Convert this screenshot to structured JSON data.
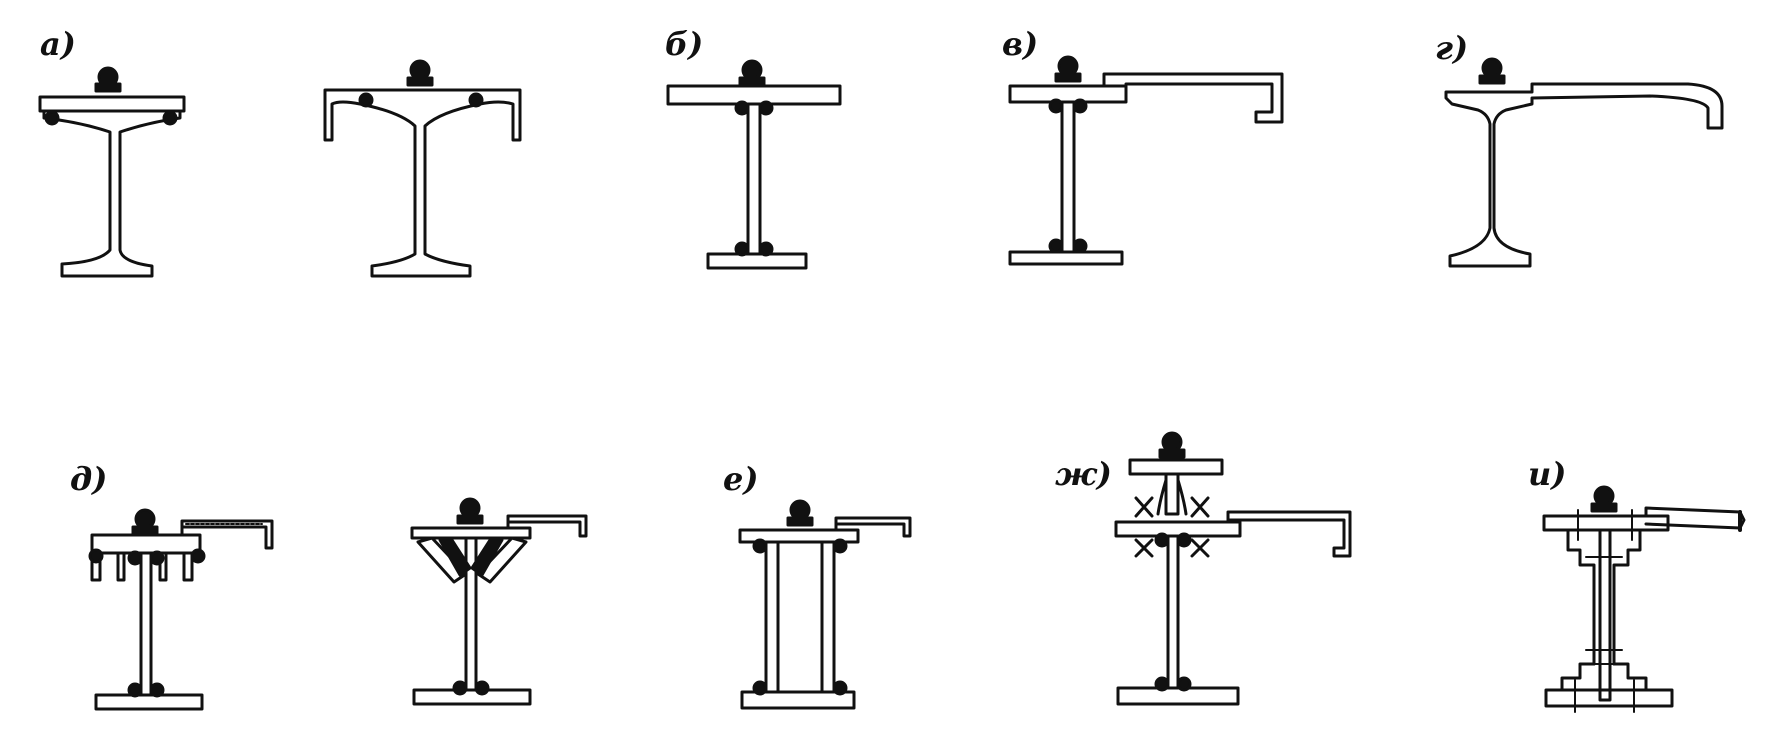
{
  "labels": {
    "a": "а)",
    "b": "б)",
    "v": "в)",
    "g": "г)",
    "d": "д)",
    "e": "е)",
    "zh": "ж)",
    "i": "и)"
  },
  "colors": {
    "line": "#111111",
    "paper": "#ffffff"
  }
}
